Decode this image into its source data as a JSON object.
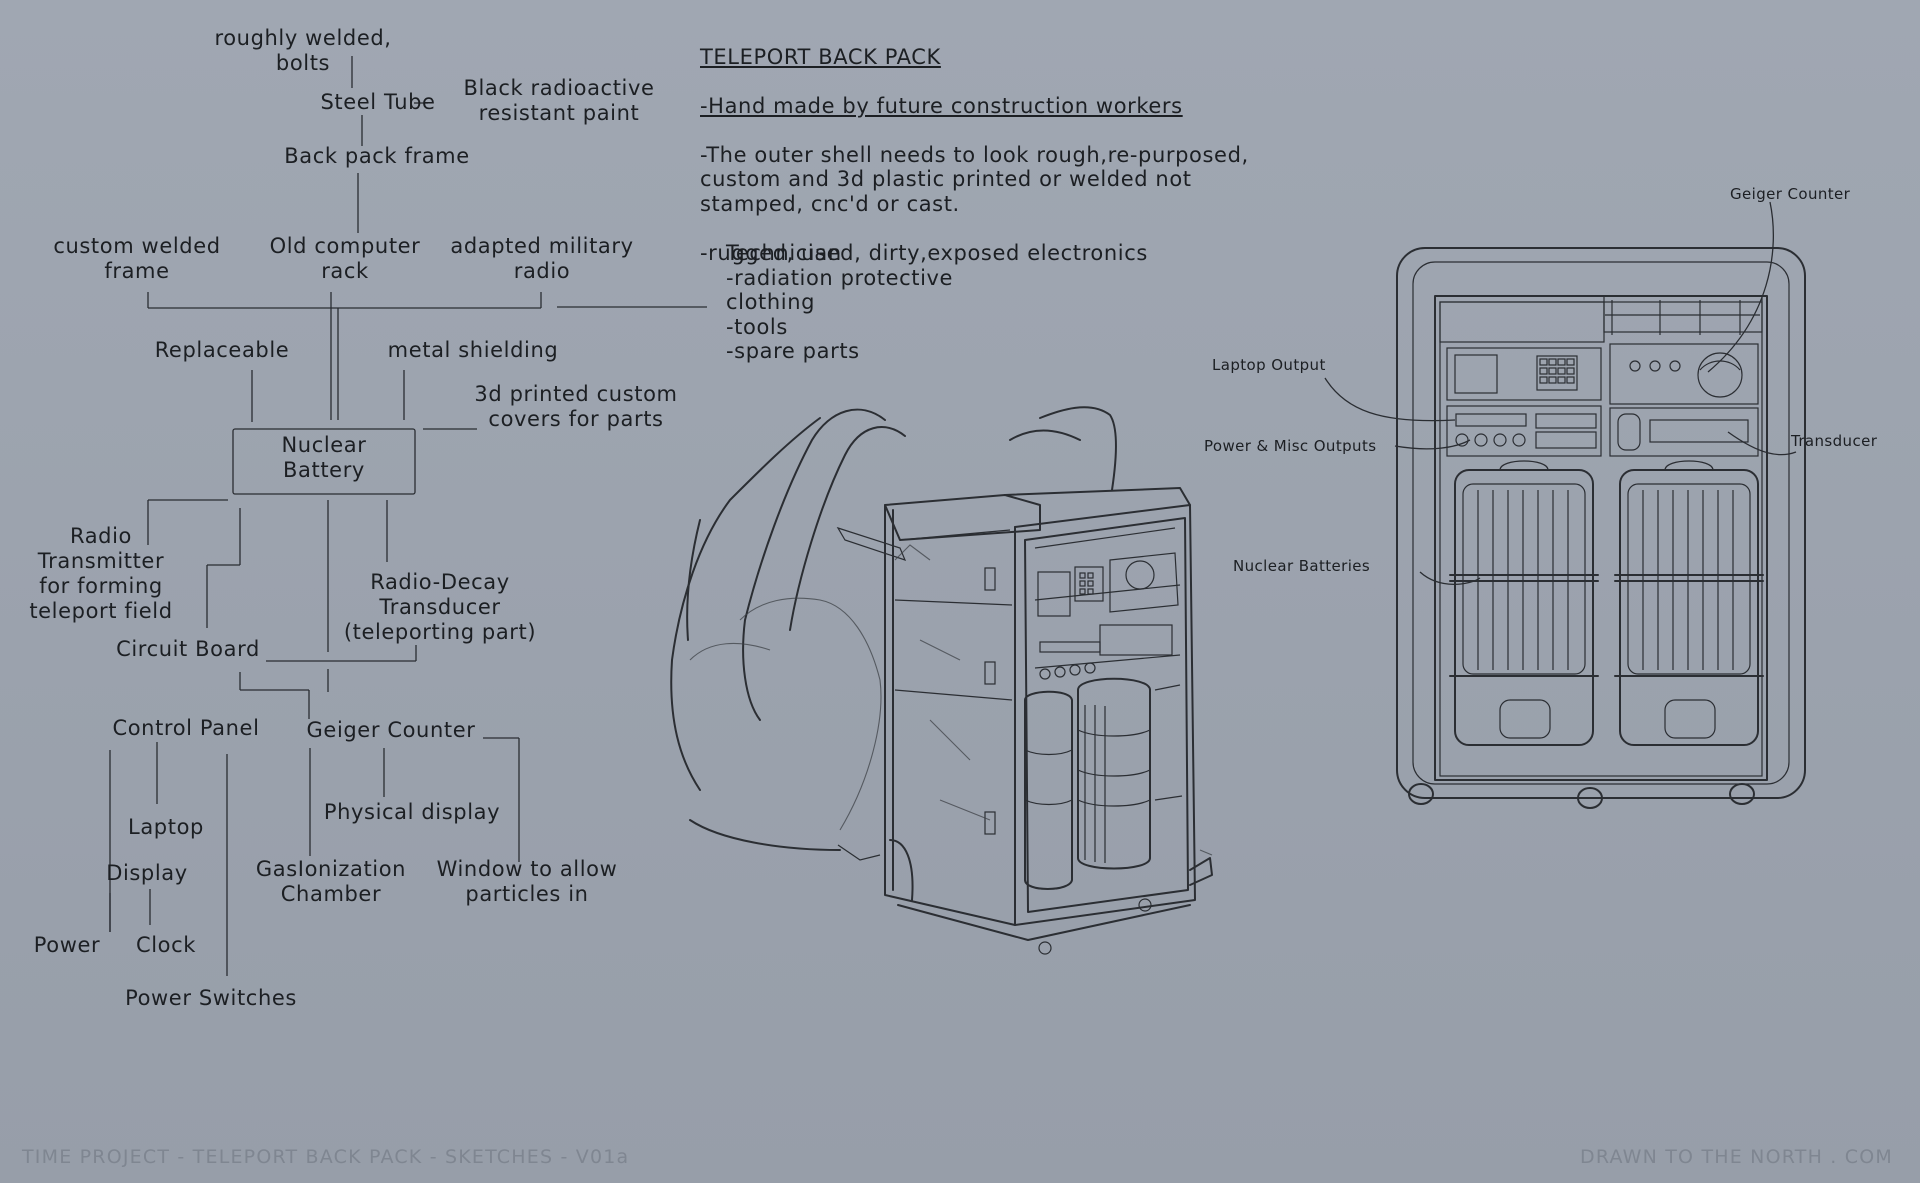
{
  "tree": {
    "roughly_welded": "roughly welded,\nbolts",
    "steel_tube": "Steel Tube",
    "black_paint": "Black radioactive\nresistant paint",
    "backpack_frame": "Back pack frame",
    "custom_welded_frame": "custom welded\nframe",
    "old_computer_rack": "Old computer\nrack",
    "adapted_military_radio": "adapted military\nradio",
    "replaceable": "Replaceable",
    "metal_shielding": "metal shielding",
    "printed_covers": "3d printed custom\ncovers for parts",
    "nuclear_battery": "Nuclear\nBattery",
    "radio_transmitter": "Radio\nTransmitter\nfor forming\nteleport field",
    "radio_decay_transducer": "Radio-Decay\nTransducer\n(teleporting part)",
    "circuit_board": "Circuit Board",
    "control_panel": "Control Panel",
    "geiger_counter": "Geiger Counter",
    "laptop": "Laptop",
    "physical_display": "Physical display",
    "display": "Display",
    "gas_ionization_chamber": "GasIonization\nChamber",
    "window_particles": "Window to allow\nparticles in",
    "power": "Power",
    "clock": "Clock",
    "power_switches": "Power Switches"
  },
  "notes": {
    "title": "TELEPORT BACK PACK",
    "line1": "-Hand made by future construction workers",
    "line2": "-The outer shell needs to look rough,re-purposed,\ncustom and 3d plastic printed or welded not\nstamped, cnc'd or cast.",
    "line3": " -rugged, used, dirty,exposed electronics"
  },
  "technician": "Technician\n-radiation protective\nclothing\n-tools\n-spare parts",
  "callouts": {
    "geiger_counter": "Geiger Counter",
    "laptop_output": "Laptop Output",
    "power_misc_outputs": "Power & Misc Outputs",
    "transducer": "Transducer",
    "nuclear_batteries": "Nuclear Batteries"
  },
  "footer": {
    "left": "TIME PROJECT - TELEPORT BACK PACK - SKETCHES - V01a",
    "right": "DRAWN TO THE NORTH . COM"
  },
  "colors": {
    "background": "#9ca3ae",
    "ink": "#1c1f23",
    "footer_text": "#7f8691"
  }
}
